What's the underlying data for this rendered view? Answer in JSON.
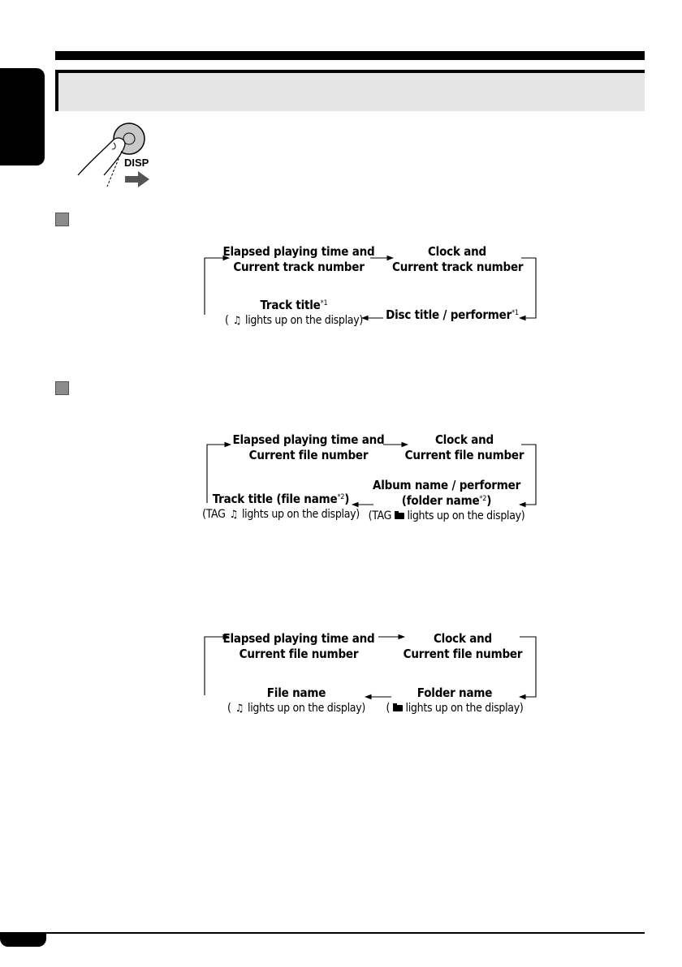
{
  "button": {
    "label": "DISP"
  },
  "cd_diagram": {
    "top_left": [
      "Elapsed playing time and",
      "Current track number"
    ],
    "top_right": [
      "Clock and",
      "Current track number"
    ],
    "bottom_left_title": "Track title",
    "bottom_left_mark": "*1",
    "bottom_left_note_before": "(",
    "bottom_left_note_after": "lights up on the display)",
    "bottom_right_title": "Disc title / performer",
    "bottom_right_mark": "*1"
  },
  "tag_diagram": {
    "top_left": [
      "Elapsed playing time and",
      "Current file number"
    ],
    "top_right": [
      "Clock and",
      "Current file number"
    ],
    "bottom_left_title": "Track title (file name",
    "bottom_left_mark": "*2",
    "bottom_left_close": ")",
    "bottom_left_note_before": "(TAG",
    "bottom_left_note_after": "lights up on the display)",
    "bottom_right_line1": "Album name / performer",
    "bottom_right_title": "(folder name",
    "bottom_right_mark": "*2",
    "bottom_right_close": ")",
    "bottom_right_note_before": "(TAG",
    "bottom_right_note_after": "lights up on the display)"
  },
  "file_diagram": {
    "top_left": [
      "Elapsed playing time and",
      "Current file number"
    ],
    "top_right": [
      "Clock and",
      "Current file number"
    ],
    "bottom_left_title": "File name",
    "bottom_left_note_before": "(",
    "bottom_left_note_after": "lights up on the display)",
    "bottom_right_title": "Folder name",
    "bottom_right_note_before": "(",
    "bottom_right_note_after": "lights up on the display)"
  },
  "icons": {
    "note": "music-note-icon",
    "folder": "folder-icon"
  }
}
